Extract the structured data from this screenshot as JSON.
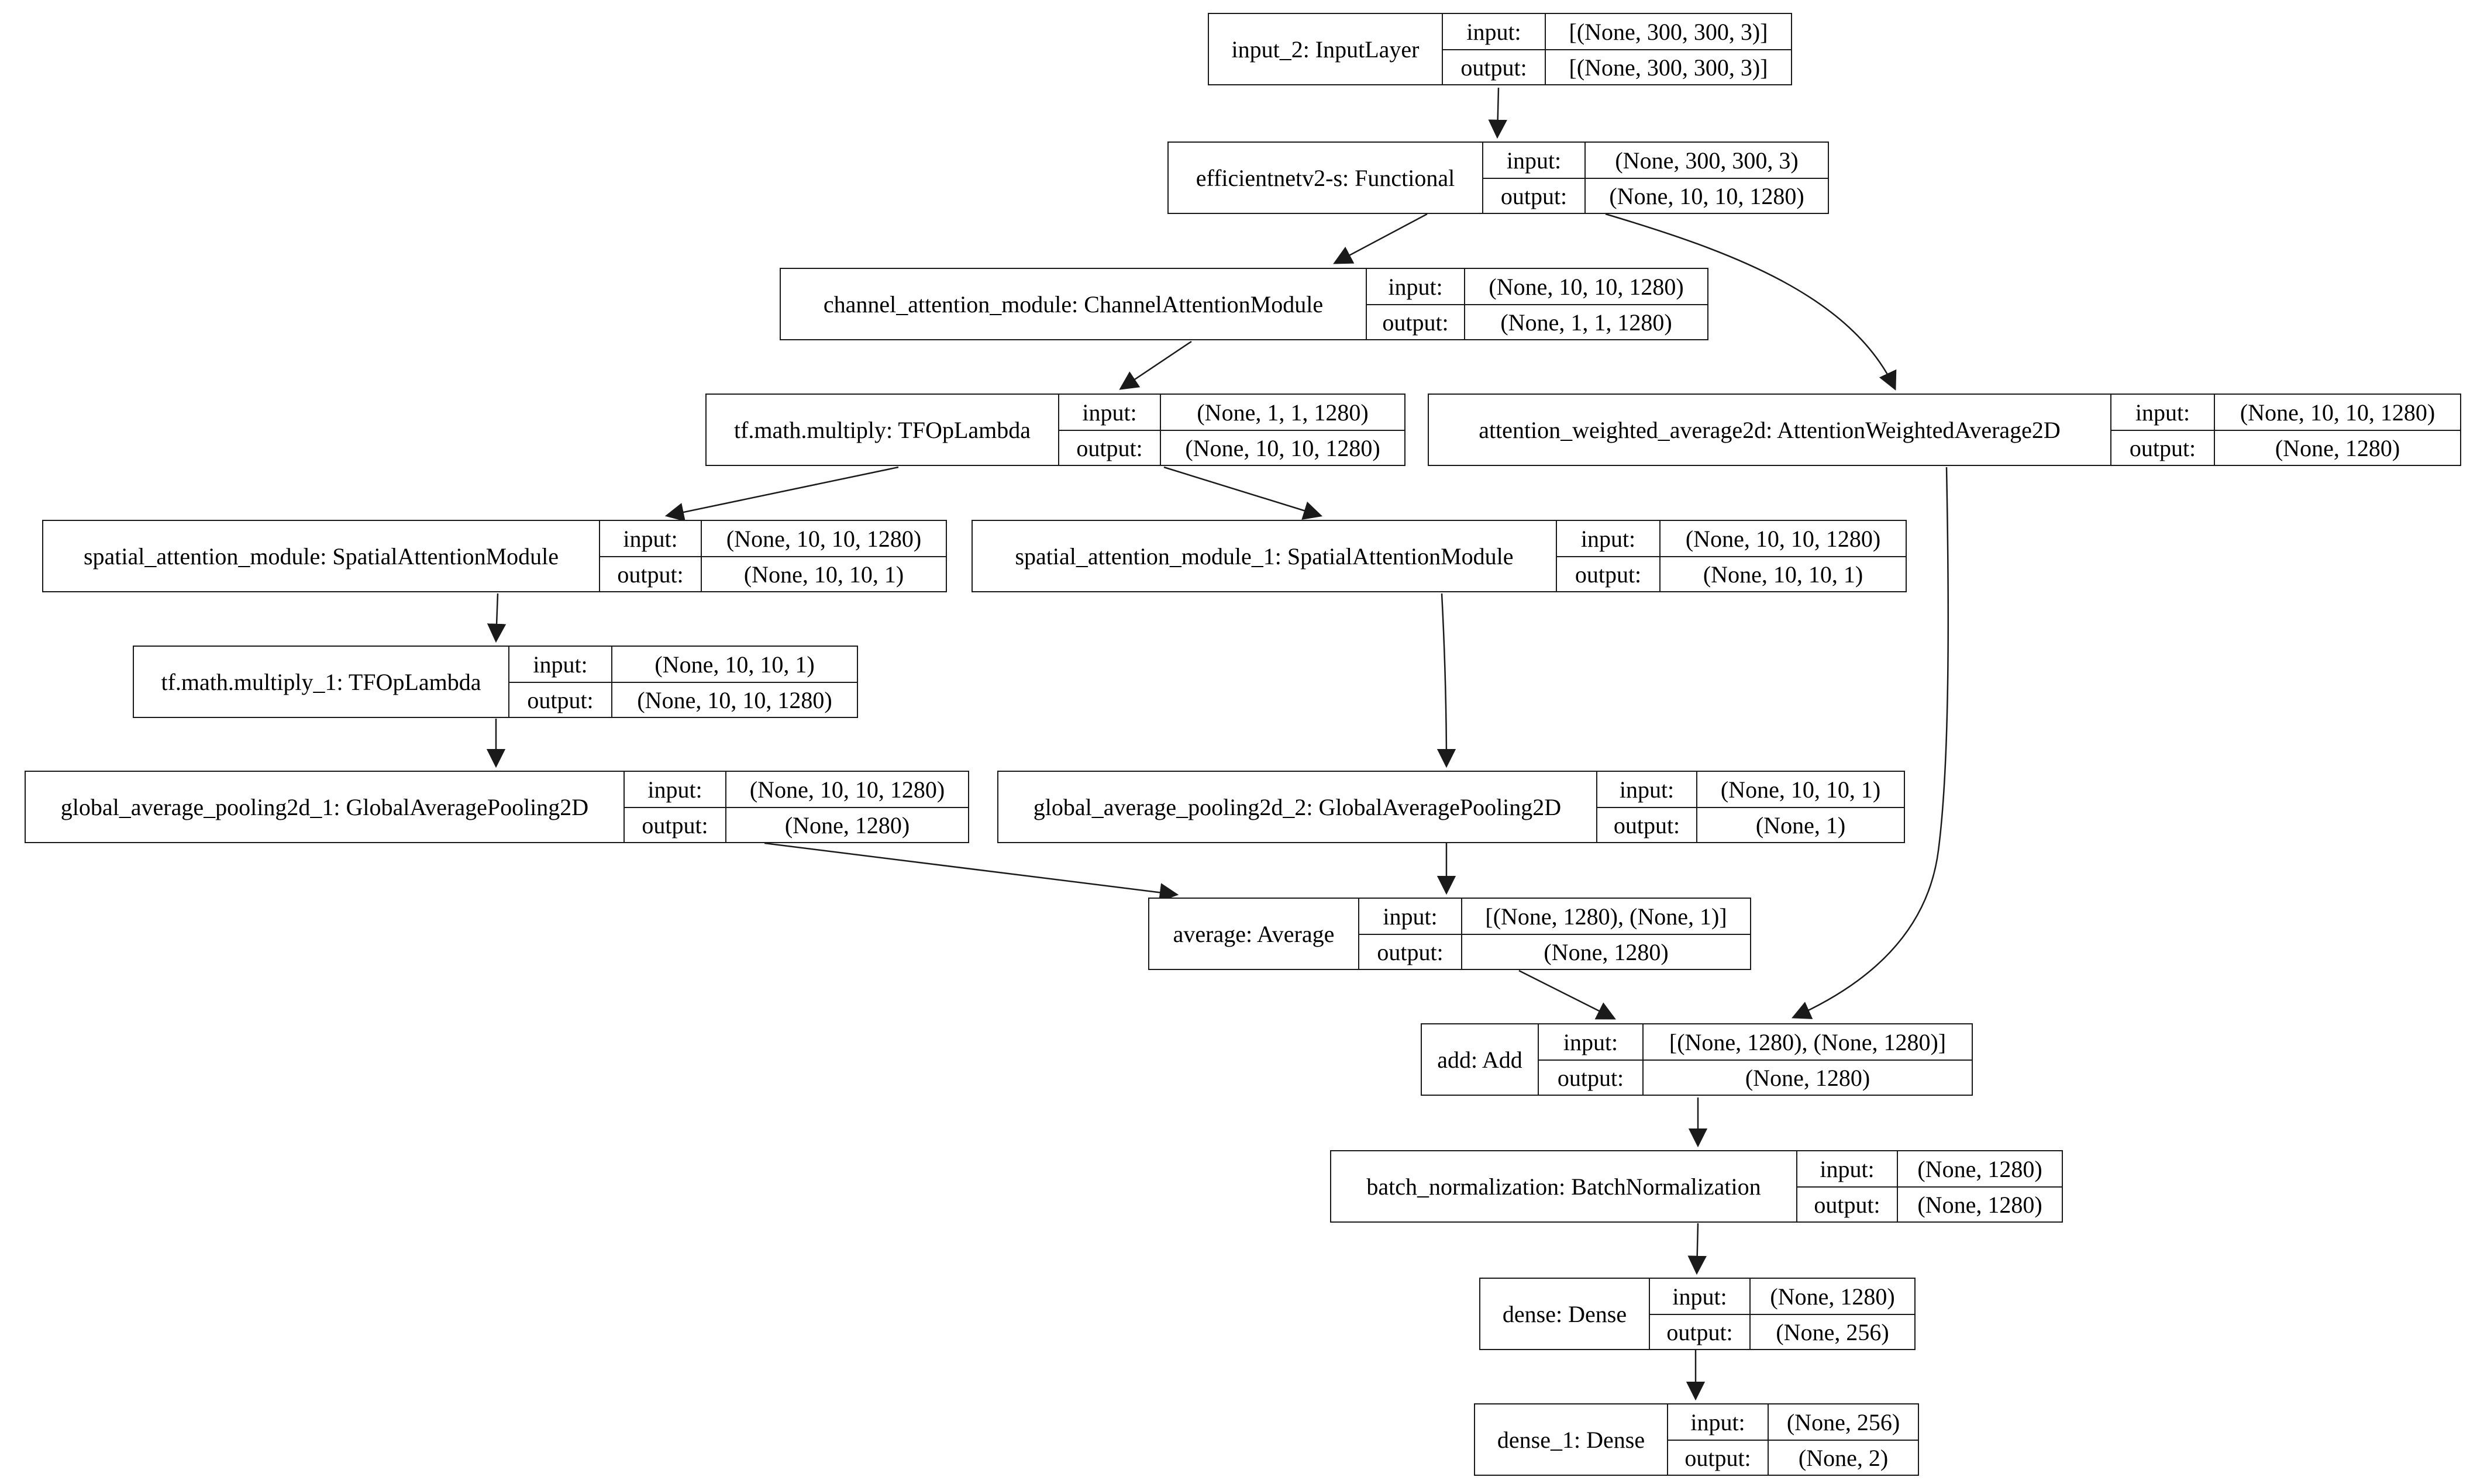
{
  "labels": {
    "input": "input:",
    "output": "output:"
  },
  "nodes": [
    {
      "name": "input_2: InputLayer",
      "input_shape": "[(None, 300, 300, 3)]",
      "output_shape": "[(None, 300, 300, 3)]"
    },
    {
      "name": "efficientnetv2-s: Functional",
      "input_shape": "(None, 300, 300, 3)",
      "output_shape": "(None, 10, 10, 1280)"
    },
    {
      "name": "channel_attention_module: ChannelAttentionModule",
      "input_shape": "(None, 10, 10, 1280)",
      "output_shape": "(None, 1, 1, 1280)"
    },
    {
      "name": "tf.math.multiply: TFOpLambda",
      "input_shape": "(None, 1, 1, 1280)",
      "output_shape": "(None, 10, 10, 1280)"
    },
    {
      "name": "attention_weighted_average2d: AttentionWeightedAverage2D",
      "input_shape": "(None, 10, 10, 1280)",
      "output_shape": "(None, 1280)"
    },
    {
      "name": "spatial_attention_module: SpatialAttentionModule",
      "input_shape": "(None, 10, 10, 1280)",
      "output_shape": "(None, 10, 10, 1)"
    },
    {
      "name": "spatial_attention_module_1: SpatialAttentionModule",
      "input_shape": "(None, 10, 10, 1280)",
      "output_shape": "(None, 10, 10, 1)"
    },
    {
      "name": "tf.math.multiply_1: TFOpLambda",
      "input_shape": "(None, 10, 10, 1)",
      "output_shape": "(None, 10, 10, 1280)"
    },
    {
      "name": "global_average_pooling2d_1: GlobalAveragePooling2D",
      "input_shape": "(None, 10, 10, 1280)",
      "output_shape": "(None, 1280)"
    },
    {
      "name": "global_average_pooling2d_2: GlobalAveragePooling2D",
      "input_shape": "(None, 10, 10, 1)",
      "output_shape": "(None, 1)"
    },
    {
      "name": "average: Average",
      "input_shape": "[(None, 1280), (None, 1)]",
      "output_shape": "(None, 1280)"
    },
    {
      "name": "add: Add",
      "input_shape": "[(None, 1280), (None, 1280)]",
      "output_shape": "(None, 1280)"
    },
    {
      "name": "batch_normalization: BatchNormalization",
      "input_shape": "(None, 1280)",
      "output_shape": "(None, 1280)"
    },
    {
      "name": "dense: Dense",
      "input_shape": "(None, 1280)",
      "output_shape": "(None, 256)"
    },
    {
      "name": "dense_1: Dense",
      "input_shape": "(None, 256)",
      "output_shape": "(None, 2)"
    }
  ],
  "edges": [
    {
      "from": "input_2",
      "to": "efficientnetv2-s"
    },
    {
      "from": "efficientnetv2-s",
      "to": "channel_attention_module"
    },
    {
      "from": "efficientnetv2-s",
      "to": "attention_weighted_average2d"
    },
    {
      "from": "channel_attention_module",
      "to": "tf.math.multiply"
    },
    {
      "from": "tf.math.multiply",
      "to": "spatial_attention_module"
    },
    {
      "from": "tf.math.multiply",
      "to": "spatial_attention_module_1"
    },
    {
      "from": "spatial_attention_module",
      "to": "tf.math.multiply_1"
    },
    {
      "from": "tf.math.multiply_1",
      "to": "global_average_pooling2d_1"
    },
    {
      "from": "spatial_attention_module_1",
      "to": "global_average_pooling2d_2"
    },
    {
      "from": "global_average_pooling2d_1",
      "to": "average"
    },
    {
      "from": "global_average_pooling2d_2",
      "to": "average"
    },
    {
      "from": "average",
      "to": "add"
    },
    {
      "from": "attention_weighted_average2d",
      "to": "add"
    },
    {
      "from": "add",
      "to": "batch_normalization"
    },
    {
      "from": "batch_normalization",
      "to": "dense"
    },
    {
      "from": "dense",
      "to": "dense_1"
    }
  ],
  "colors": {
    "background": "#ffffff",
    "border": "#1a1a1a",
    "text": "#000000"
  }
}
